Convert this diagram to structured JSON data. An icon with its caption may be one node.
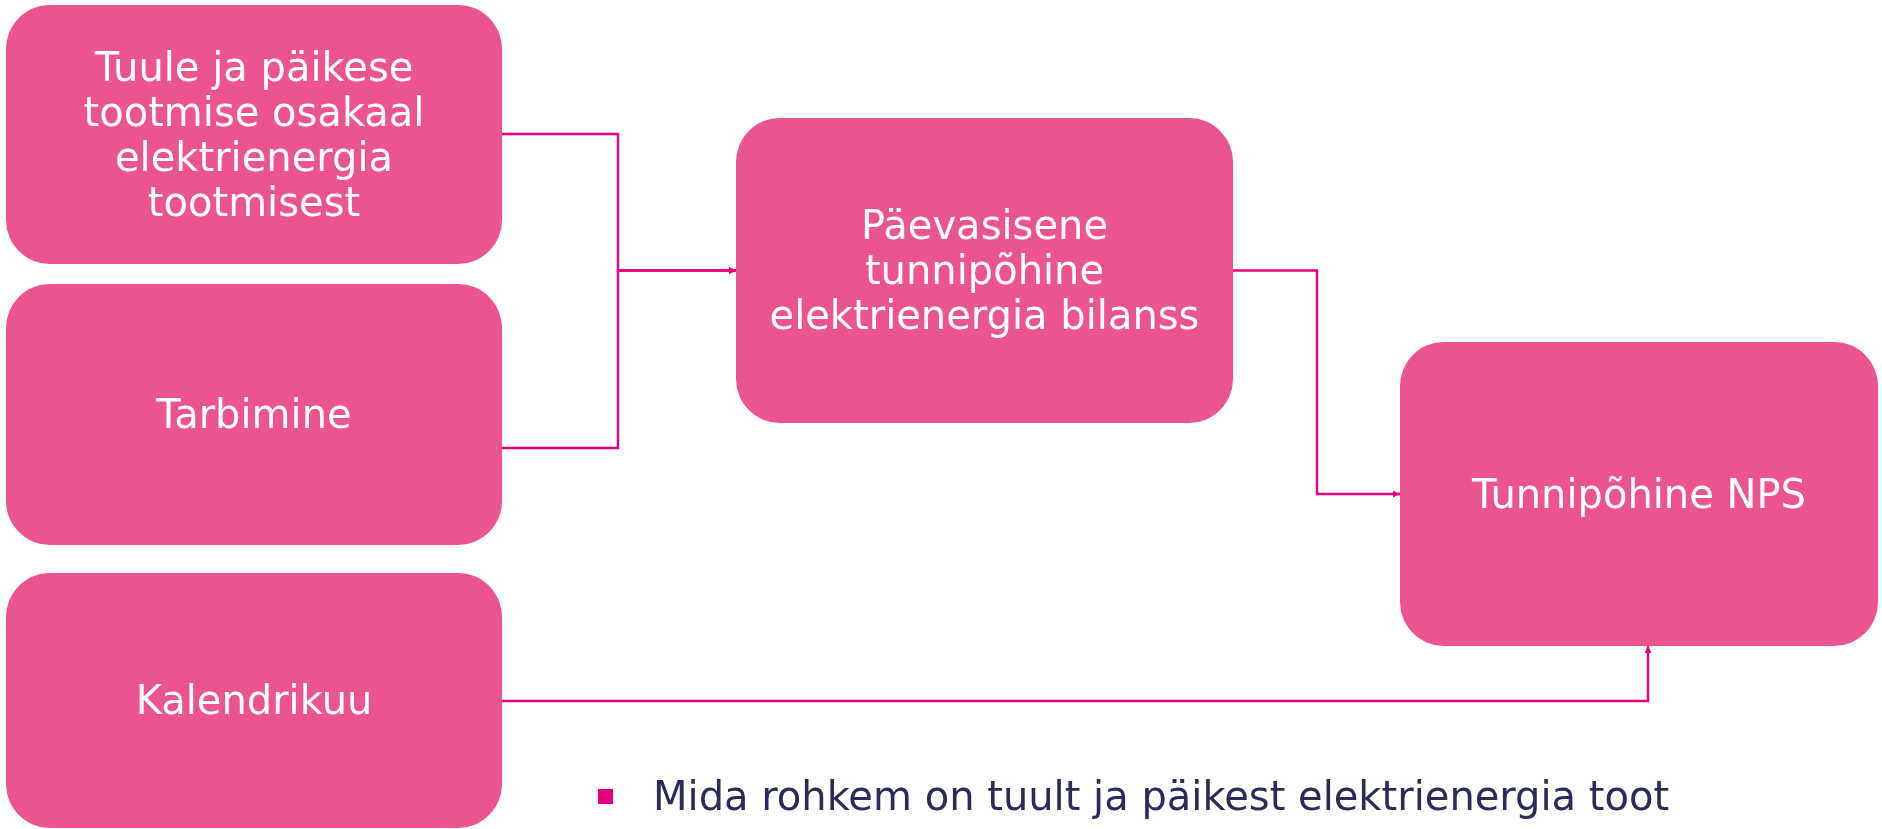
{
  "diagram": {
    "nodes": [
      {
        "text": [
          "Tuule ja päikese tootmise osakaal elektrienergia tootmisest"
        ]
      },
      {
        "text": [
          "Tarbimine"
        ]
      },
      {
        "text": [
          "Kalendrikuu"
        ]
      },
      {
        "text": [
          "Päevasisene tunnipõhine elektrienergia bilanss"
        ]
      },
      {
        "text": [
          "Tunnipõhine NPS"
        ]
      }
    ],
    "edges": [
      {
        "from": 0,
        "to": 3,
        "arrow": "to"
      },
      {
        "from": 1,
        "to": 3,
        "arrow": "to"
      },
      {
        "from": 3,
        "to": 4,
        "arrow": "to"
      },
      {
        "from": 2,
        "to": 4,
        "arrow": "to"
      }
    ],
    "labels": [
      "Mida rohkem on tuult ja päikest elektrienergia toot"
    ]
  }
}
